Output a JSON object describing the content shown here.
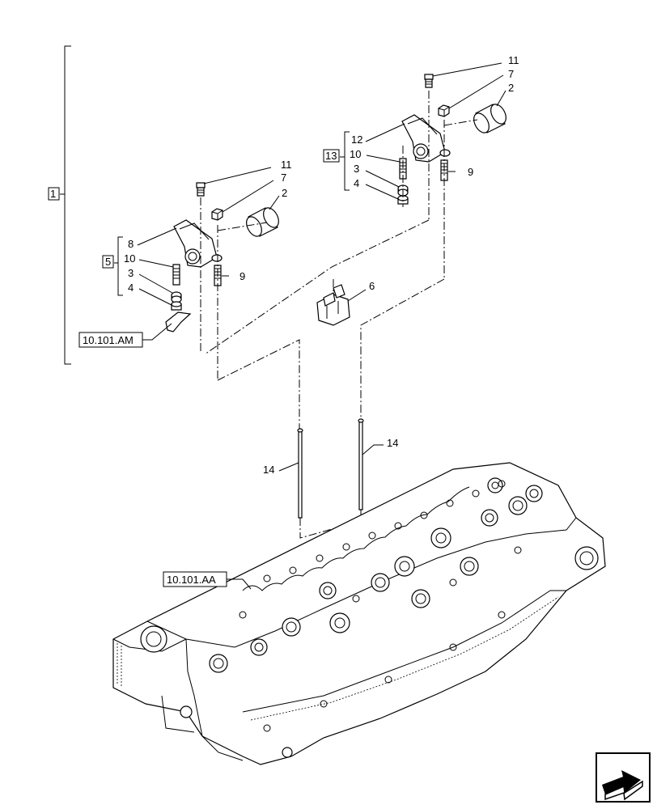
{
  "callouts": {
    "n1": "1",
    "n2a": "2",
    "n2b": "2",
    "n3a": "3",
    "n3b": "3",
    "n4a": "4",
    "n4b": "4",
    "n5": "5",
    "n6": "6",
    "n7a": "7",
    "n7b": "7",
    "n8": "8",
    "n9a": "9",
    "n9b": "9",
    "n10a": "10",
    "n10b": "10",
    "n11a": "11",
    "n11b": "11",
    "n12": "12",
    "n13": "13",
    "n14a": "14",
    "n14b": "14"
  },
  "references": {
    "am": "10.101.AM",
    "aa": "10.101.AA"
  },
  "icons": {
    "nav": "next-page-arrow-icon"
  }
}
